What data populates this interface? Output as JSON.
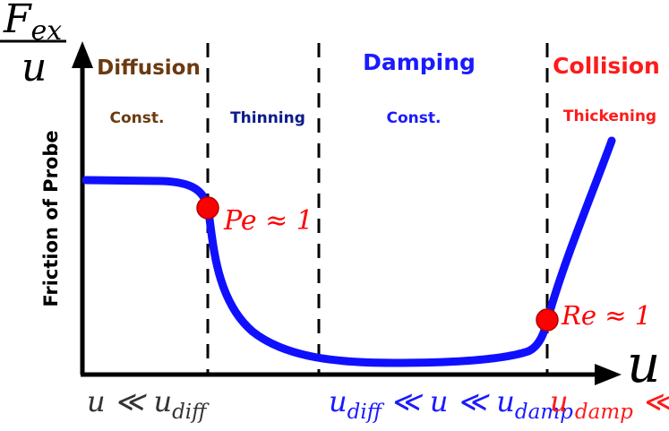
{
  "axes": {
    "y_label": "Friction of Probe",
    "y_symbol_numerator": "F",
    "y_symbol_numerator_sub": "ex",
    "y_symbol_denominator": "u",
    "x_symbol": "u"
  },
  "regimes": [
    {
      "title": "Diffusion",
      "subtitle": "Const.",
      "color": "#6b3a10"
    },
    {
      "title": "",
      "subtitle": "Thinning",
      "color": "#0a1a8c"
    },
    {
      "title": "Damping",
      "subtitle": "Const.",
      "color": "#1a1aff"
    },
    {
      "title": "Collision",
      "subtitle": "Thickening",
      "color": "#ff1a1a"
    }
  ],
  "markers": {
    "pe": {
      "label": "Pe ≈ 1",
      "color": "#ff0000"
    },
    "re": {
      "label": "Re ≈ 1",
      "color": "#ff0000"
    }
  },
  "bottom_labels": {
    "diffusive": {
      "parts": [
        "u ≪ u",
        "diff"
      ],
      "color": "#333333"
    },
    "damping": {
      "parts": [
        "u",
        "diff",
        " ≪ u ≪ u",
        "damp"
      ],
      "color": "#1a1aff"
    },
    "collision": {
      "parts": [
        "u",
        " damp",
        " ≪ u"
      ],
      "color": "#ff1a1a"
    }
  },
  "colors": {
    "curve": "#1010ff",
    "axis": "#000000",
    "divider": "#000000"
  }
}
